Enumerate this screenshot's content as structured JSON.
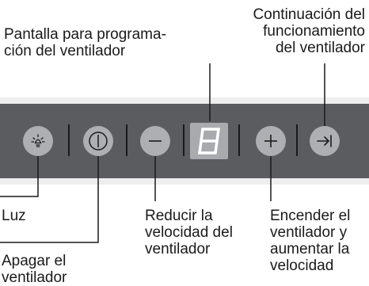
{
  "labels": {
    "pantalla": "Pantalla para programa-\nción del ventilador",
    "continuacion": "Continuación del\nfuncionamiento\ndel ventilador",
    "luz": "Luz",
    "apagar": "Apagar el\nventilador",
    "reducir": "Reducir la\nvelocidad del\nventilador",
    "encender": "Encender el\nventilador y\naumentar la\nvelocidad"
  },
  "display": {
    "digit": "8"
  },
  "icons": [
    "light-bulb-icon",
    "power-icon",
    "minus-icon",
    "seven-segment-display",
    "plus-icon",
    "continue-arrow-icon"
  ],
  "colors": {
    "strip": "#5a5c5f",
    "button": "#aeafb2",
    "panel": "#eeeeee"
  }
}
